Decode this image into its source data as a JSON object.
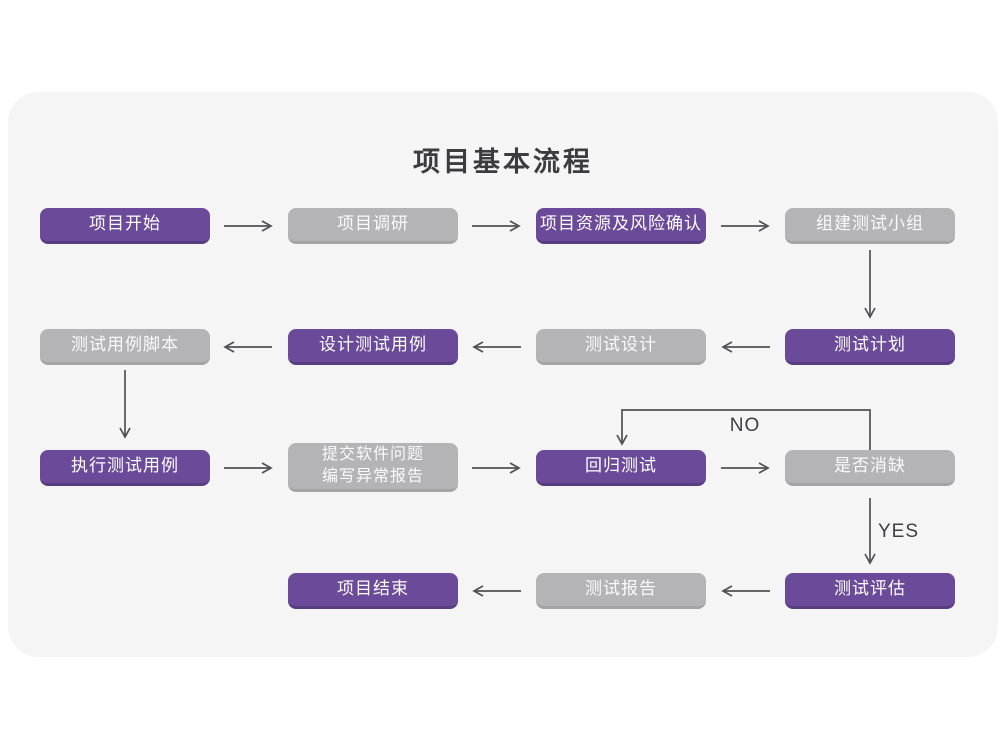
{
  "page": {
    "title": "项目基本流程"
  },
  "flow": {
    "nodes": [
      {
        "id": "project-start",
        "label": "项目开始",
        "variant": "purple"
      },
      {
        "id": "project-research",
        "label": "项目调研",
        "variant": "gray"
      },
      {
        "id": "resources-risk-confirm",
        "label": "项目资源及风险确认",
        "variant": "purple"
      },
      {
        "id": "build-test-team",
        "label": "组建测试小组",
        "variant": "gray"
      },
      {
        "id": "test-plan",
        "label": "测试计划",
        "variant": "purple"
      },
      {
        "id": "test-design",
        "label": "测试设计",
        "variant": "gray"
      },
      {
        "id": "design-test-cases",
        "label": "设计测试用例",
        "variant": "purple"
      },
      {
        "id": "test-case-script",
        "label": "测试用例脚本",
        "variant": "gray"
      },
      {
        "id": "execute-test-cases",
        "label": "执行测试用例",
        "variant": "purple"
      },
      {
        "id": "submit-issue-report",
        "label": "提交软件问题\n编写异常报告",
        "variant": "gray"
      },
      {
        "id": "regression-test",
        "label": "回归测试",
        "variant": "purple"
      },
      {
        "id": "defect-cleared",
        "label": "是否消缺",
        "variant": "gray"
      },
      {
        "id": "test-evaluation",
        "label": "测试评估",
        "variant": "purple"
      },
      {
        "id": "test-report",
        "label": "测试报告",
        "variant": "gray"
      },
      {
        "id": "project-end",
        "label": "项目结束",
        "variant": "purple"
      }
    ],
    "branch_labels": {
      "no": "NO",
      "yes": "YES"
    }
  },
  "colors": {
    "purple": "#6a4a99",
    "purple_dark": "#593d82",
    "gray": "#b4b4b6",
    "gray_dark": "#a4a4a6",
    "arrow": "#515155",
    "card_bg": "#f5f5f6",
    "title_text": "#3c3c3e"
  }
}
